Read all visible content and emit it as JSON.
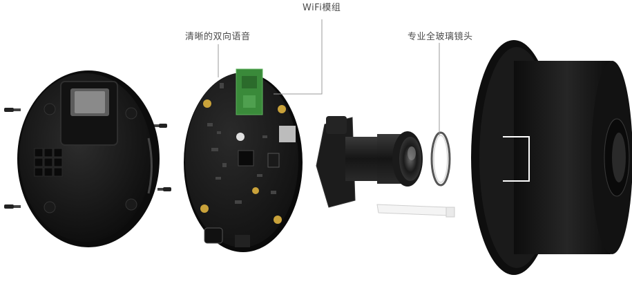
{
  "labels": {
    "wifi_module": "WiFi模组",
    "voice": "清晰的双向语音",
    "lens": "专业全玻璃镜头"
  },
  "colors": {
    "background": "#ffffff",
    "plastic": "#1b1b1b",
    "pcb": "#1e1e1e",
    "pcb_green": "#3a8a3a",
    "gold_pad": "#c9a23a",
    "callout_line": "#9a9a9a"
  }
}
